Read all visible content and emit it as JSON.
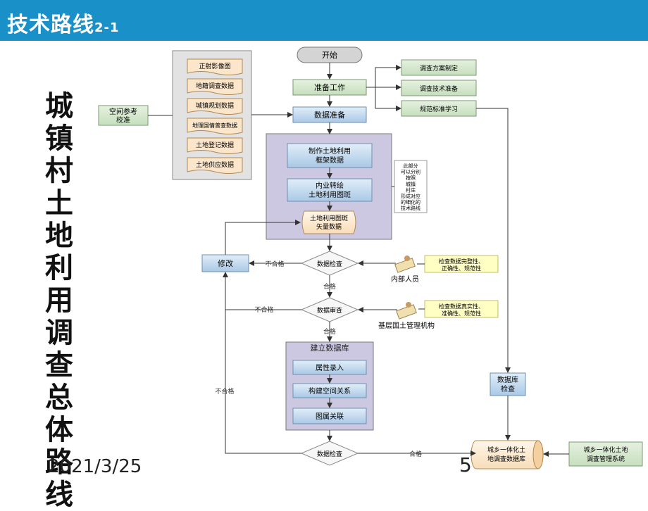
{
  "header": {
    "title": "技术路线",
    "title_suffix": "2-1"
  },
  "side_title": "城镇村土地利用调查总体路线",
  "footer": {
    "date": "2021/3/25",
    "page": "5"
  },
  "diagram": {
    "start": "开始",
    "prepare_work": "准备工作",
    "data_prepare": "数据准备",
    "space_ref": [
      "空间参考",
      "校准"
    ],
    "data_sources": [
      "正射影像图",
      "地籍调查数据",
      "城镇规划数据",
      "地理国情普查数据",
      "土地登记数据",
      "土地供应数据"
    ],
    "prep_items": [
      "调查方案制定",
      "调查技术准备",
      "规范标准学习"
    ],
    "make_framework": [
      "制作土地利用",
      "框架数据"
    ],
    "interior_draw": [
      "内业转绘",
      "土地利用图斑"
    ],
    "vector_data": [
      "土地利用图斑",
      "矢量数据"
    ],
    "note": [
      "此部分",
      "可以分别",
      "按照",
      "城镇",
      "村庄",
      "形成对应",
      "的细化的",
      "技术路线"
    ],
    "check1": "数据检查",
    "review": "数据审查",
    "check2": "数据检查",
    "modify": "修改",
    "fail": "不合格",
    "pass": "合格",
    "inner_staff": "内部人员",
    "local_agency": "基层国土管理机构",
    "check_desc1": [
      "检查数据完整性、",
      "正确性、规范性"
    ],
    "check_desc2": [
      "检查数据真实性、",
      "准确性、规范性"
    ],
    "build_db": "建立数据库",
    "attr_input": "属性录入",
    "spatial_rel": "构建空间关系",
    "map_link": "图属关联",
    "db_check": [
      "数据库",
      "检查"
    ],
    "final_db": [
      "城乡一体化土",
      "地调查数据库"
    ],
    "mgmt_system": [
      "城乡一体化土地",
      "调查管理系统"
    ]
  },
  "colors": {
    "header": "#1a90c8",
    "box_green": "#cfe5c8",
    "box_blue": "#b8d3ea",
    "region": "#cdc8e2"
  }
}
